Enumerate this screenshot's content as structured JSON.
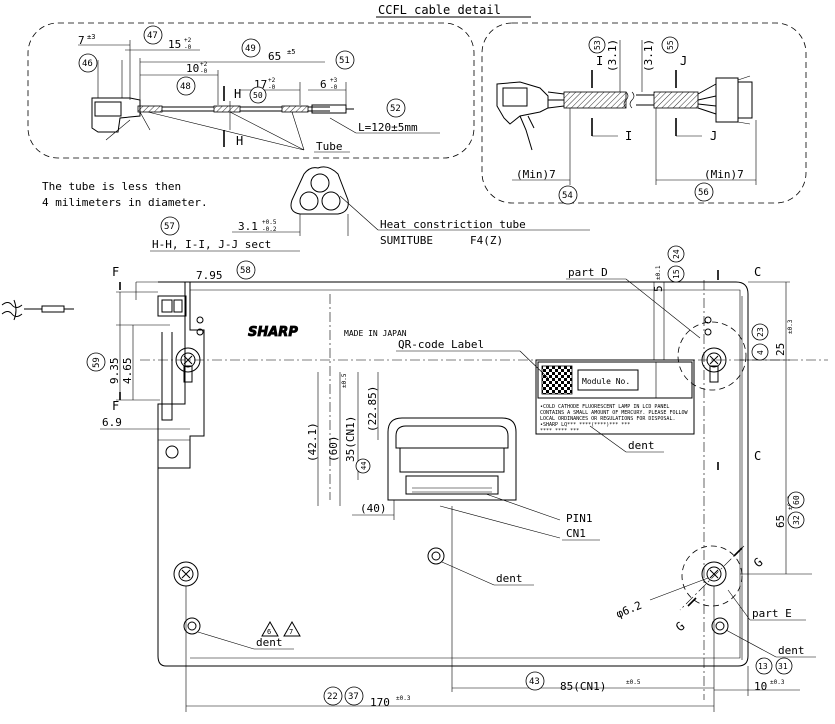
{
  "title": "CCFL cable detail",
  "notes": {
    "tube_line1": "The tube is less then",
    "tube_line2": "4 milimeters in diameter.",
    "sect": "H-H, I-I, J-J sect",
    "heat_tube": "Heat constriction tube",
    "sumitube": "SUMITUBE",
    "sumitube_code": "F4(Z)",
    "tube_label": "Tube",
    "length": "L=120±5mm",
    "made_in": "MADE IN JAPAN",
    "qr_label": "QR-code Label",
    "module_no": "Module No.",
    "part_d": "part D",
    "part_e": "part E",
    "pin1": "PIN1",
    "cn1": "CN1",
    "dent": "dent",
    "brand": "SHARP",
    "warning_1": "•COLD CATHODE FLUORESCENT LAMP IN LCD PANEL",
    "warning_2": "CONTAINS A SMALL AMOUNT OF MERCURY. PLEASE FOLLOW",
    "warning_3": "LOCAL ORDINANCES OR REGULATIONS FOR DISPOSAL.",
    "warning_4": "•SHARP LQ*** ****(****)*** ***",
    "warning_5": "**** **** ***"
  },
  "dimensions": {
    "d7": "7",
    "d7_tol": "±3",
    "d15": "15",
    "d15_tol_up": "+2",
    "d15_tol_dn": "-0",
    "d10": "10",
    "d10_tol_up": "+2",
    "d10_tol_dn": "-0",
    "d65": "65",
    "d65_tol": "±5",
    "d17": "17",
    "d17_tol_up": "+2",
    "d17_tol_dn": "-0",
    "d6": "6",
    "d6_tol_up": "+3",
    "d6_tol_dn": "-0",
    "d31": "(3.1)",
    "min7": "(Min)7",
    "d3_1": "3.1",
    "d3_1_tol_up": "+0.5",
    "d3_1_tol_dn": "-0.2",
    "d7_95": "7.95",
    "d9_35": "9.35",
    "d4_65": "4.65",
    "d6_9": "6.9",
    "d42_1": "(42.1)",
    "d60": "(60)",
    "d35": "35(CN1)",
    "d35_tol": "±0.5",
    "d22_85": "(22.85)",
    "d40": "(40)",
    "d5": "5",
    "d5_tol": "±0.1",
    "d25": "25",
    "d25_tol": "±0.3",
    "d65_side": "65",
    "d65_side_tol": "±0.3",
    "d6_2": "φ6.2",
    "d85": "85(CN1)",
    "d85_tol": "±0.5",
    "d170": "170",
    "d170_tol": "±0.3",
    "d10_bottom": "10",
    "d10_bottom_tol": "±0.3"
  },
  "section_letters": {
    "F": "F",
    "C": "C",
    "G": "G",
    "H": "H",
    "I": "I",
    "J": "J"
  },
  "balloons": {
    "b46": "46",
    "b47": "47",
    "b48": "48",
    "b49": "49",
    "b50": "50",
    "b51": "51",
    "b52": "52",
    "b53": "53",
    "b55": "55",
    "b54": "54",
    "b56": "56",
    "b57": "57",
    "b58": "58",
    "b59": "59",
    "b15": "15",
    "b24": "24",
    "b4": "4",
    "b23": "23",
    "b44": "44",
    "b32": "32",
    "b60": "60",
    "b13": "13",
    "b31": "31",
    "b43": "43",
    "b22": "22",
    "b37": "37",
    "b6": "6",
    "b7": "7"
  }
}
